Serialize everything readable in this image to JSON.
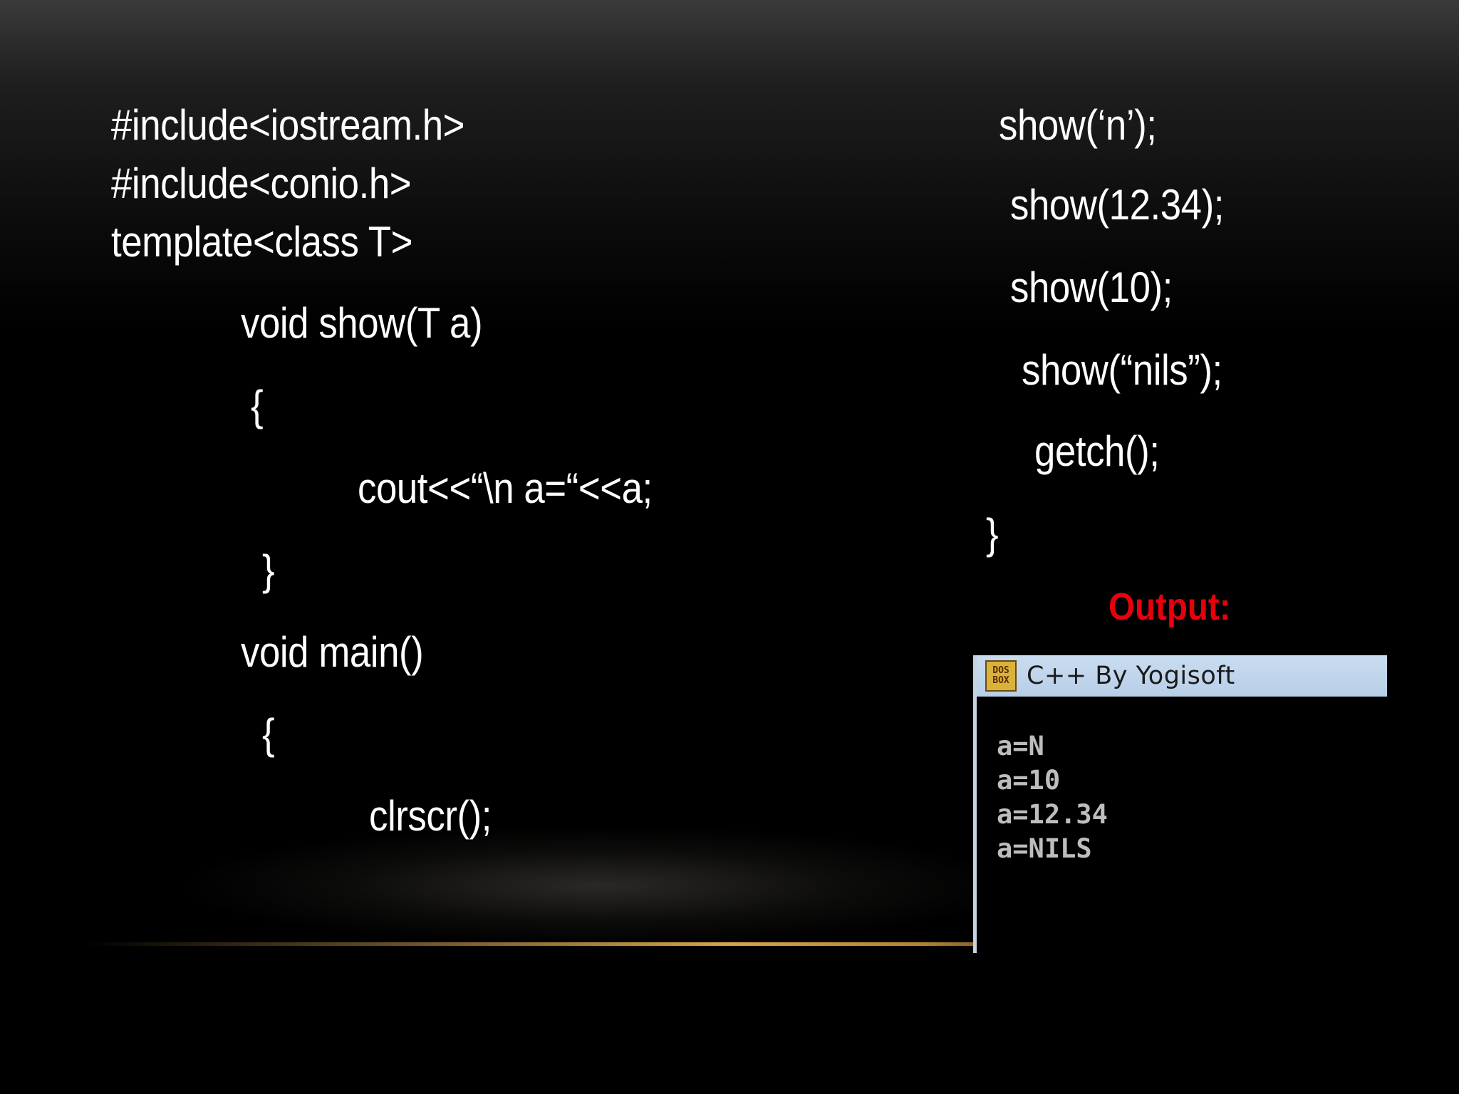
{
  "code": {
    "left_lines": [
      "#include<iostream.h>",
      "#include<conio.h>",
      "template<class T>",
      "void show(T a)",
      "{",
      "cout<<“\\n a=“<<a;",
      "}",
      "void main()",
      "{",
      "clrscr();"
    ],
    "right_lines": [
      "show(‘n’);",
      "show(12.34);",
      "show(10);",
      "show(“nils”);",
      "getch();",
      "}"
    ]
  },
  "output": {
    "label": "Output:",
    "label_color": "#e8000d",
    "window_title": "C++ By Yogisoft",
    "icon_text_top": "DOS",
    "icon_text_bottom": "BOX",
    "lines": [
      "a=N",
      "a=10",
      "a=12.34",
      "a=NILS"
    ]
  },
  "theme": {
    "background": "#000000",
    "text_color": "#ffffff",
    "accent_line_color": "#d9a44c",
    "icon_name": "dosbox-icon"
  }
}
